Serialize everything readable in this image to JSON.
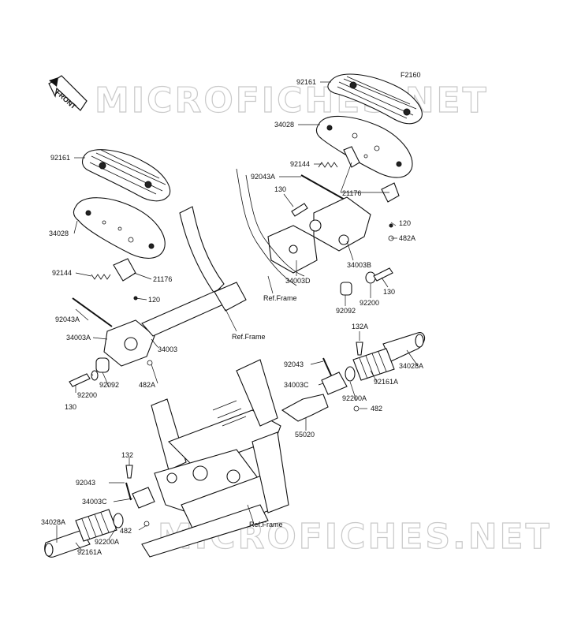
{
  "diagram": {
    "figure_code": "F2160",
    "front_label": "FRONT",
    "watermark": "MICROFICHES.NET",
    "ref_frame": "Ref.Frame",
    "labels": {
      "l92161_top": "92161",
      "l34028_top": "34028",
      "l92144_top": "92144",
      "l92043A_top": "92043A",
      "l130_top": "130",
      "l21176_top": "21176",
      "l120_top": "120",
      "l482A_top": "482A",
      "l34003B": "34003B",
      "l34003D": "34003D",
      "l130_mid": "130",
      "l92200_mid": "92200",
      "l92092_mid": "92092",
      "l92161_left": "92161",
      "l34028_left": "34028",
      "l92144_left": "92144",
      "l21176_left": "21176",
      "l120_left": "120",
      "l92043A_left": "92043A",
      "l34003A": "34003A",
      "l34003": "34003",
      "l92092_left": "92092",
      "l482A_left": "482A",
      "l130_left": "130",
      "l92200_left": "92200",
      "l132A": "132A",
      "l92043_right": "92043",
      "l34028A_right": "34028A",
      "l34003C_right": "34003C",
      "l92161A_right": "92161A",
      "l92200A_right": "92200A",
      "l482_right": "482",
      "l55020": "55020",
      "l132": "132",
      "l92043_bottom": "92043",
      "l34003C_bottom": "34003C",
      "l34028A_bottom": "34028A",
      "l482_bottom": "482",
      "l92200A_bottom": "92200A",
      "l92161A_bottom": "92161A"
    }
  }
}
